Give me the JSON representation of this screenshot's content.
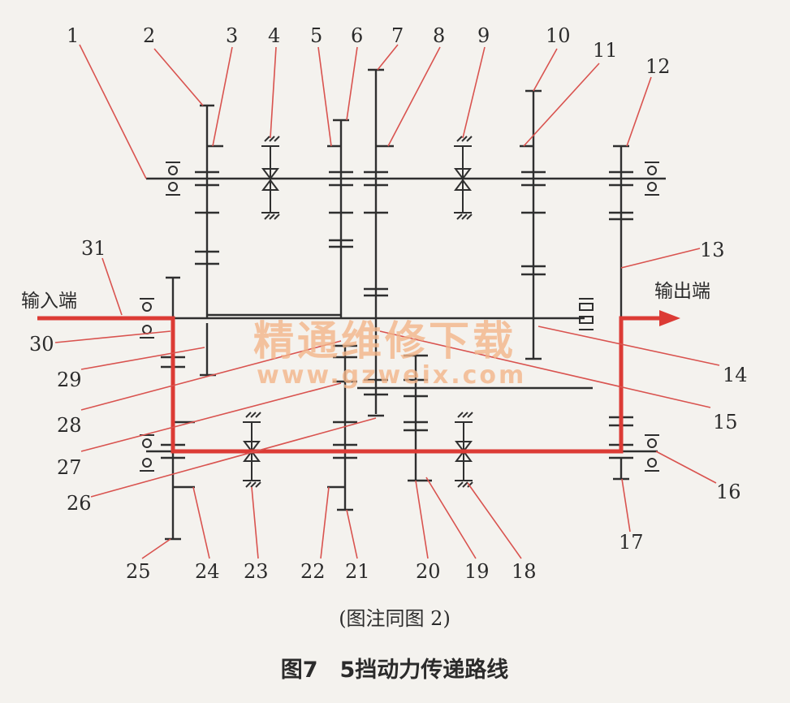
{
  "labels": {
    "input": "输入端",
    "output": "输出端",
    "subcaption": "(图注同图 2)",
    "caption": "图7　5挡动力传递路线"
  },
  "watermark": {
    "line1": "精通维修下载",
    "line2": "www.gzweix.com"
  },
  "callouts": [
    "1",
    "2",
    "3",
    "4",
    "5",
    "6",
    "7",
    "8",
    "9",
    "10",
    "11",
    "12",
    "13",
    "14",
    "15",
    "16",
    "17",
    "18",
    "19",
    "20",
    "21",
    "22",
    "23",
    "24",
    "25",
    "26",
    "27",
    "28",
    "29",
    "30",
    "31"
  ],
  "colors": {
    "power_path": "#dc3b35",
    "leader_lines": "#d9534f",
    "line_art": "#2f2f2f",
    "watermark": "#f3b58a"
  }
}
